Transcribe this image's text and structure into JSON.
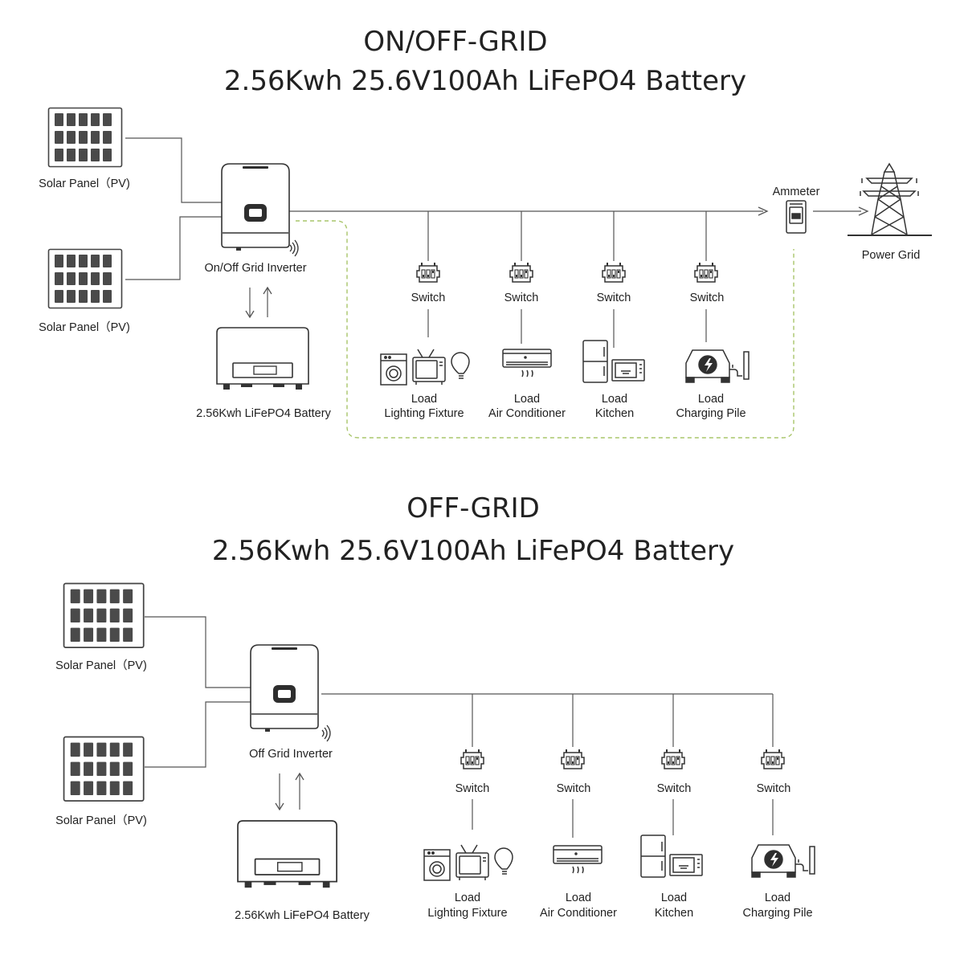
{
  "colors": {
    "line": "#555555",
    "ink": "#222222",
    "dark": "#2e2e2e",
    "dashed_green": "#a8c56a",
    "cell": "#4a4a4a"
  },
  "on_off_grid": {
    "title_line1": "ON/OFF-GRID",
    "title_line2": "2.56Kwh 25.6V100Ah LiFePO4 Battery",
    "solar_panel_top_label": "Solar Panel（PV)",
    "solar_panel_bottom_label": "Solar Panel（PV)",
    "inverter_label": "On/Off Grid Inverter",
    "battery_label": "2.56Kwh LiFePO4 Battery",
    "ammeter_label": "Ammeter",
    "power_grid_label": "Power Grid",
    "branches": [
      {
        "switch_label": "Switch",
        "load_label": "Load",
        "load_name": "Lighting Fixture",
        "icon": "washer-tv-bulb-icon"
      },
      {
        "switch_label": "Switch",
        "load_label": "Load",
        "load_name": "Air Conditioner",
        "icon": "air-conditioner-icon"
      },
      {
        "switch_label": "Switch",
        "load_label": "Load",
        "load_name": "Kitchen",
        "icon": "fridge-microwave-icon"
      },
      {
        "switch_label": "Switch",
        "load_label": "Load",
        "load_name": "Charging Pile",
        "icon": "ev-charger-icon"
      }
    ]
  },
  "off_grid": {
    "title_line1": "OFF-GRID",
    "title_line2": "2.56Kwh 25.6V100Ah LiFePO4 Battery",
    "solar_panel_top_label": "Solar Panel（PV)",
    "solar_panel_bottom_label": "Solar Panel（PV)",
    "inverter_label": "Off Grid Inverter",
    "battery_label": "2.56Kwh LiFePO4 Battery",
    "branches": [
      {
        "switch_label": "Switch",
        "load_label": "Load",
        "load_name": "Lighting Fixture",
        "icon": "washer-tv-bulb-icon"
      },
      {
        "switch_label": "Switch",
        "load_label": "Load",
        "load_name": "Air Conditioner",
        "icon": "air-conditioner-icon"
      },
      {
        "switch_label": "Switch",
        "load_label": "Load",
        "load_name": "Kitchen",
        "icon": "fridge-microwave-icon"
      },
      {
        "switch_label": "Switch",
        "load_label": "Load",
        "load_name": "Charging Pile",
        "icon": "ev-charger-icon"
      }
    ]
  }
}
